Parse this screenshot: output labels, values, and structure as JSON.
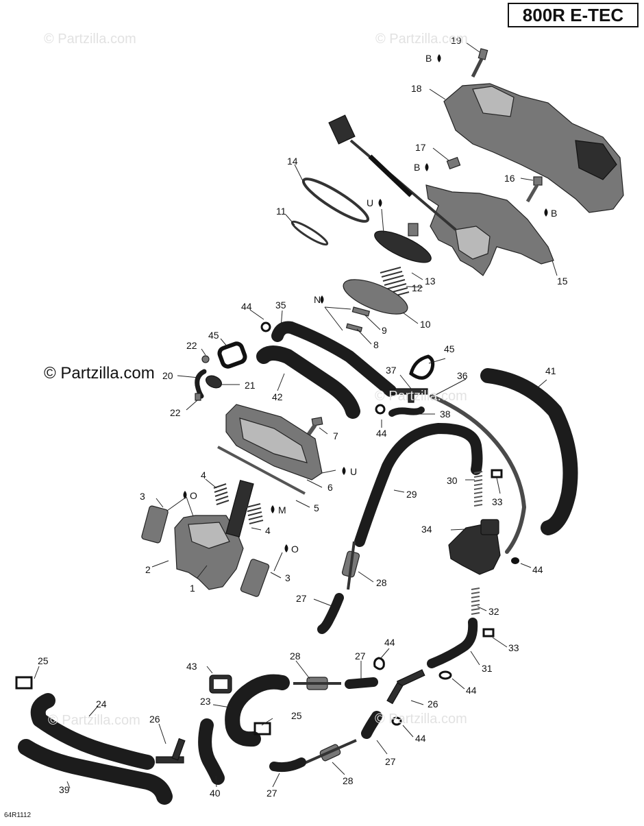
{
  "title": "800R E-TEC",
  "doc_number": "64R1112",
  "watermarks": {
    "main": "© Partzilla.com",
    "faint": "© Partzilla.com"
  },
  "callouts": {
    "c1": "1",
    "c2": "2",
    "c3a": "3",
    "c3b": "3",
    "c4a": "4",
    "c4b": "4",
    "c5": "5",
    "c6": "6",
    "c7": "7",
    "c8": "8",
    "c9": "9",
    "c10": "10",
    "c11": "11",
    "c12": "12",
    "c13": "13",
    "c14": "14",
    "c15": "15",
    "c16": "16",
    "c17": "17",
    "c18": "18",
    "c19": "19",
    "c20": "20",
    "c21": "21",
    "c22a": "22",
    "c22b": "22",
    "c23": "23",
    "c24": "24",
    "c25a": "25",
    "c25b": "25",
    "c26a": "26",
    "c26b": "26",
    "c27a": "27",
    "c27b": "27",
    "c27c": "27",
    "c27d": "27",
    "c28a": "28",
    "c28b": "28",
    "c28c": "28",
    "c29": "29",
    "c30": "30",
    "c31": "31",
    "c32": "32",
    "c33a": "33",
    "c33b": "33",
    "c34": "34",
    "c35": "35",
    "c36": "36",
    "c37": "37",
    "c38": "38",
    "c39": "39",
    "c40": "40",
    "c41": "41",
    "c42": "42",
    "c43": "43",
    "c44a": "44",
    "c44b": "44",
    "c44c": "44",
    "c44d": "44",
    "c44e": "44",
    "c44f": "44",
    "c45a": "45",
    "c45b": "45"
  },
  "symbols": {
    "b19": "B",
    "b17": "B",
    "b16": "B",
    "u13": "U",
    "n9": "N",
    "u6": "U",
    "o3a": "O",
    "m4": "M",
    "o3b": "O"
  }
}
